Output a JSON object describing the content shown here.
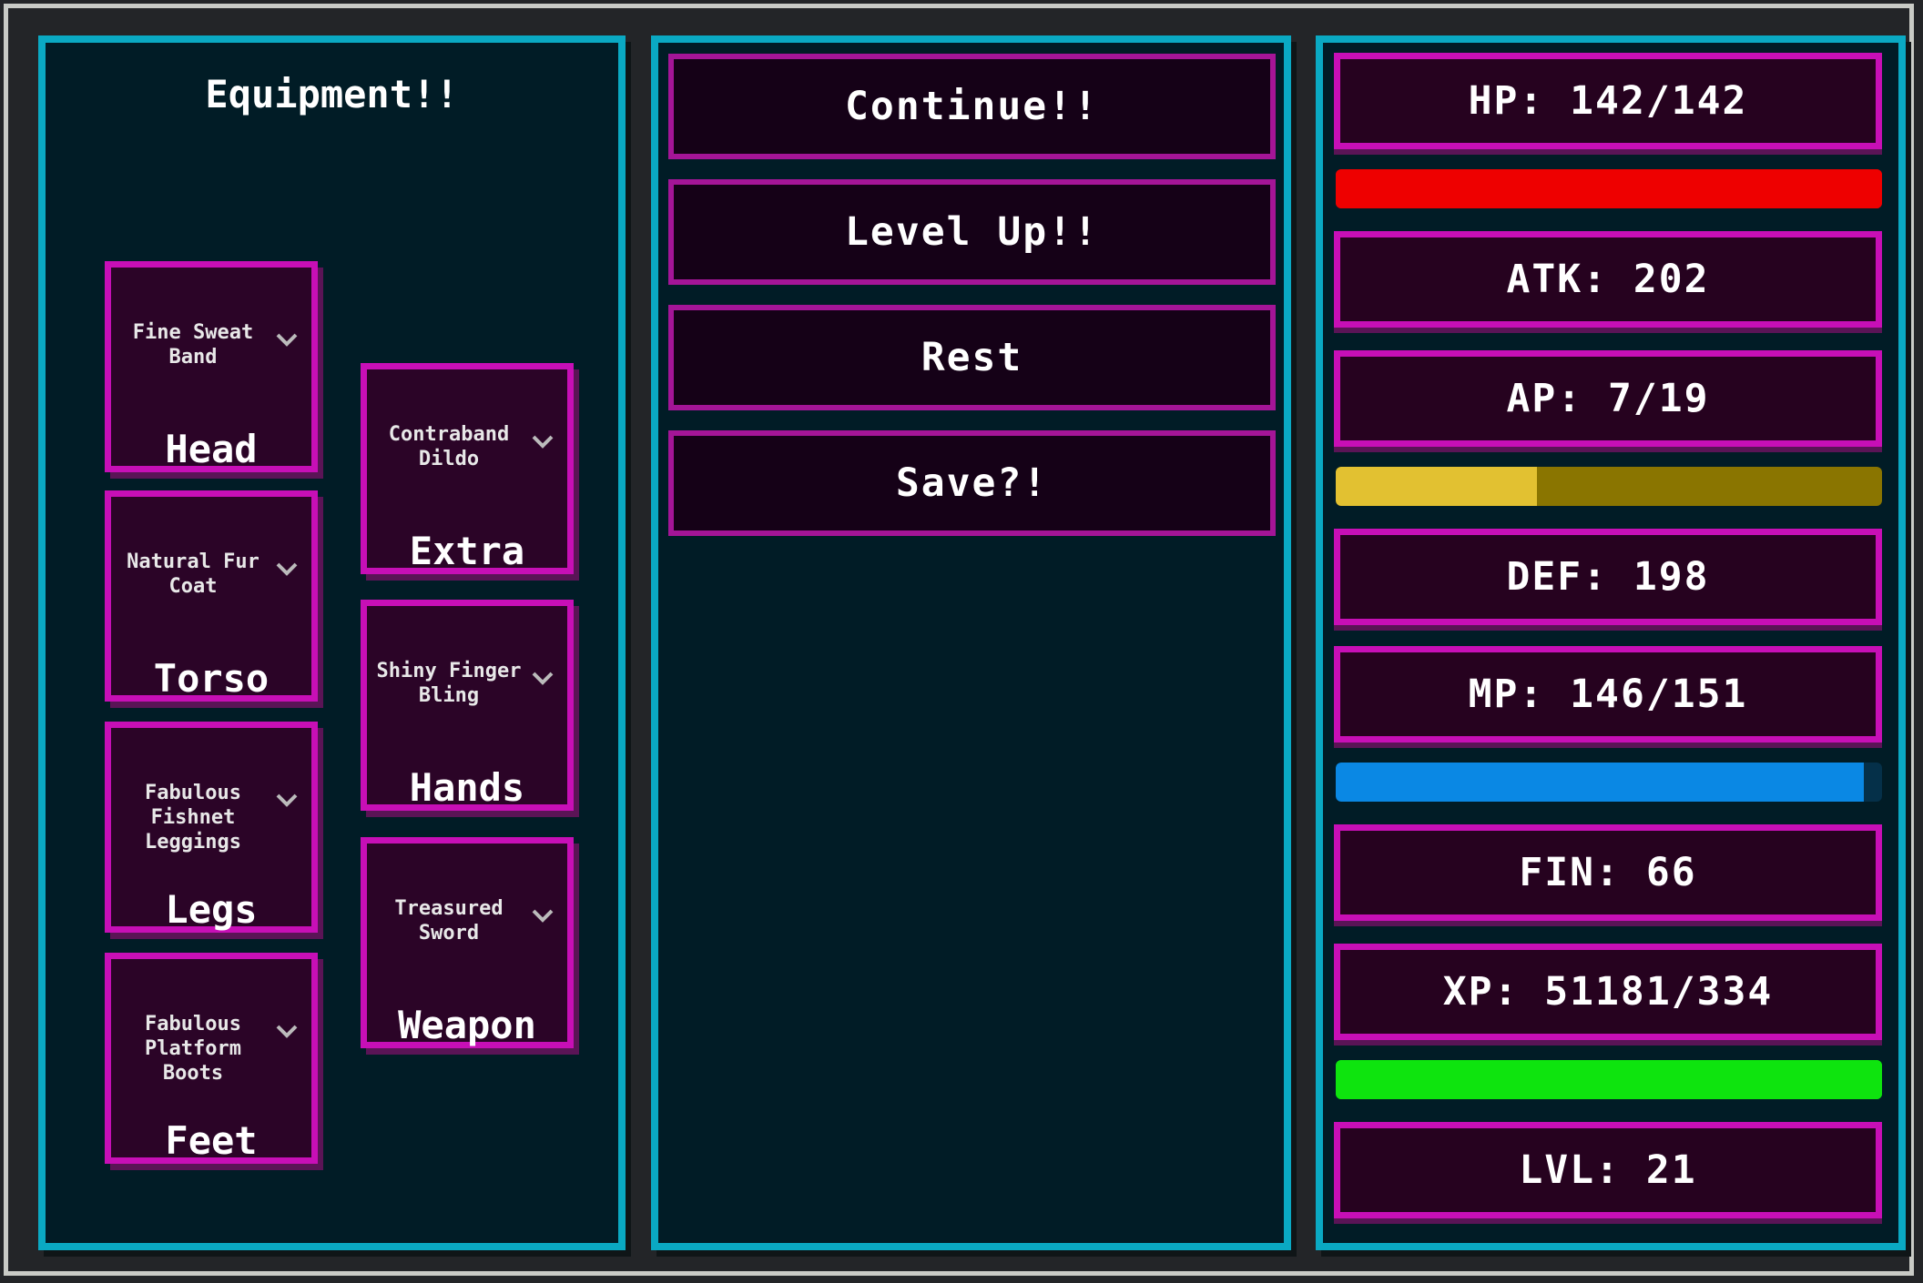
{
  "equipment": {
    "title": "Equipment!!",
    "slots": [
      {
        "item": "Fine Sweat Band",
        "label": "Head"
      },
      {
        "item": "Natural Fur Coat",
        "label": "Torso"
      },
      {
        "item": "Fabulous Fishnet Leggings",
        "label": "Legs"
      },
      {
        "item": "Fabulous Platform Boots",
        "label": "Feet"
      },
      {
        "item": "Contraband Dildo",
        "label": "Extra"
      },
      {
        "item": "Shiny Finger Bling",
        "label": "Hands"
      },
      {
        "item": "Treasured Sword",
        "label": "Weapon"
      }
    ]
  },
  "actions": {
    "continue_label": "Continue!!",
    "level_up_label": "Level Up!!",
    "rest_label": "Rest",
    "save_label": "Save?!"
  },
  "stats": {
    "hp": "HP: 142/142",
    "atk": "ATK: 202",
    "ap": "AP: 7/19",
    "def": "DEF: 198",
    "mp": "MP: 146/151",
    "fin": "FIN: 66",
    "xp": "XP: 51181/334",
    "lvl": "LVL: 21"
  },
  "bars": {
    "hp": {
      "fraction": 1.0,
      "fill_color": "#ee0000",
      "track_color": "#ee0000"
    },
    "ap": {
      "fraction": 0.368,
      "fill_color": "#e2c131",
      "track_color": "#8a7500"
    },
    "mp": {
      "fraction": 0.967,
      "fill_color": "#0a88e4",
      "track_color": "#053049"
    },
    "xp": {
      "fraction": 1.0,
      "fill_color": "#0ee40e",
      "track_color": "#0ee40e"
    }
  },
  "colors": {
    "panel_border": "#0aa9c3",
    "panel_bg": "#011c26",
    "slot_border": "#c70fb6",
    "button_border": "#a41597"
  },
  "icons": {
    "dropdown": "chevron-down-icon"
  }
}
